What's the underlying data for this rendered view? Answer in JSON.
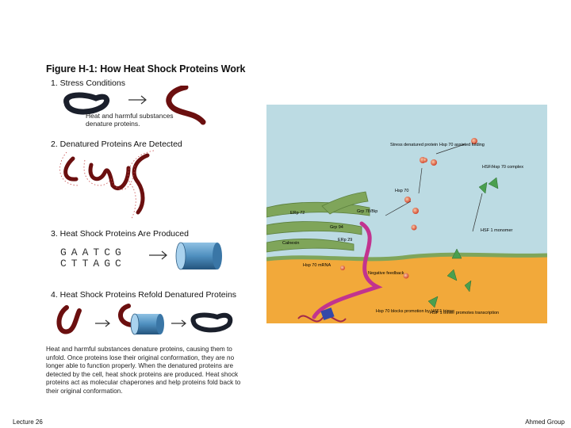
{
  "figure_title": "Figure H-1: How Heat Shock Proteins Work",
  "steps": [
    {
      "heading": "1. Stress Conditions",
      "caption": "Heat and harmful substances denature proteins."
    },
    {
      "heading": "2. Denatured Proteins Are Detected"
    },
    {
      "heading": "3. Heat Shock Proteins Are Produced",
      "dna_top": "GAATCG",
      "dna_bottom": "CTTAGC"
    },
    {
      "heading": "4. Heat Shock Proteins Refold Denatured Proteins"
    }
  ],
  "explanation": "Heat and harmful substances denature proteins, causing them to unfold. Once proteins lose their original conformation, they are no longer able to function properly. When the denatured proteins are detected by the cell, heat shock proteins are produced. Heat shock proteins act as molecular chaperones and help proteins fold back to their original conformation.",
  "pathway_labels": {
    "stress_protein": "Stress denatured protein",
    "hsp70_folding": "Hsp 70 assisted folding",
    "hsf_hsp70": "HSF/Hsp 70 complex",
    "hsp70": "Hsp 70",
    "grp78": "Grp 78/Bip",
    "erp72": "ERp 72",
    "grp94": "Grp 94",
    "calnexin": "Calnexin",
    "erp29": "ERp 29",
    "hsf1_monomer": "HSF 1 monomer",
    "hsp70_mrna": "Hsp 70 mRNA",
    "negative_feedback": "Negative feedback",
    "hsp70_promoter": "Hsp 70 blocks promotion by HSF1 trimer",
    "hsf1_trimer": "HSF 1 trimer promotes transcription"
  },
  "footer": {
    "lecture": "Lecture 26",
    "author": "Ahmed Group"
  },
  "colors": {
    "protein": "#6b0f0f",
    "protein_outline": "#1a1f2b",
    "cytoplasm": "#bcdbe3",
    "nucleus": "#f2a93a",
    "er": "#7fa55a",
    "mrna": "#c2338f",
    "hsp_cylinder": "#4e8fbf"
  }
}
